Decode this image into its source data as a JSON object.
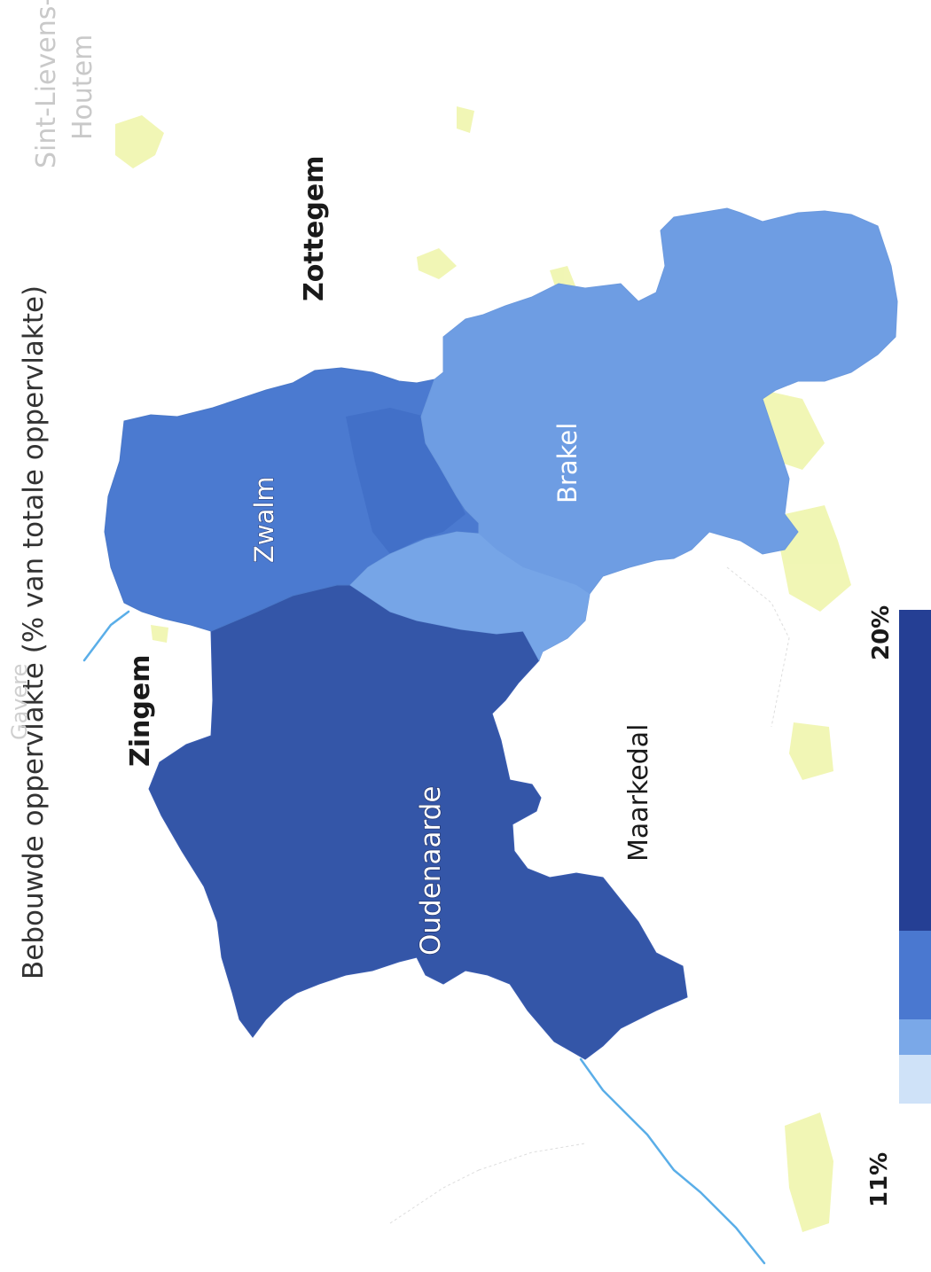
{
  "map": {
    "title": "Bebouwde oppervlakte (% van totale oppervlakte)",
    "labels": {
      "sint_lievens_houtem_line1": "Sint-Lievens-",
      "sint_lievens_houtem_line2": "Houtem",
      "zottegem": "Zottegem",
      "zwalm": "Zwalm",
      "brakel": "Brakel",
      "zingem": "Zingem",
      "gavere": "Gavere",
      "oudenaarde": "Oudenaarde",
      "maarkedal": "Maarkedal"
    },
    "regions": [
      {
        "name": "Oudenaarde",
        "value_pct": 20
      },
      {
        "name": "Zwalm",
        "value_pct": 15
      },
      {
        "name": "Brakel",
        "value_pct": 12
      }
    ],
    "legend": {
      "min_label": "11%",
      "max_label": "20%",
      "min": 11,
      "max": 20
    },
    "colors": {
      "oudenaarde": "#3456a8",
      "zwalm": "#4b7ad0",
      "zwalm_dark": "#3e6cc4",
      "brakel": "#6e9de3",
      "brakel_light": "#7aa8e8",
      "river": "#5aaee8",
      "urban": "#eef5a8",
      "legend_darkest": "#253f94",
      "legend_mid": "#4a78d0",
      "legend_light": "#7aa8e8",
      "legend_lightest": "#cfe2f8"
    }
  }
}
